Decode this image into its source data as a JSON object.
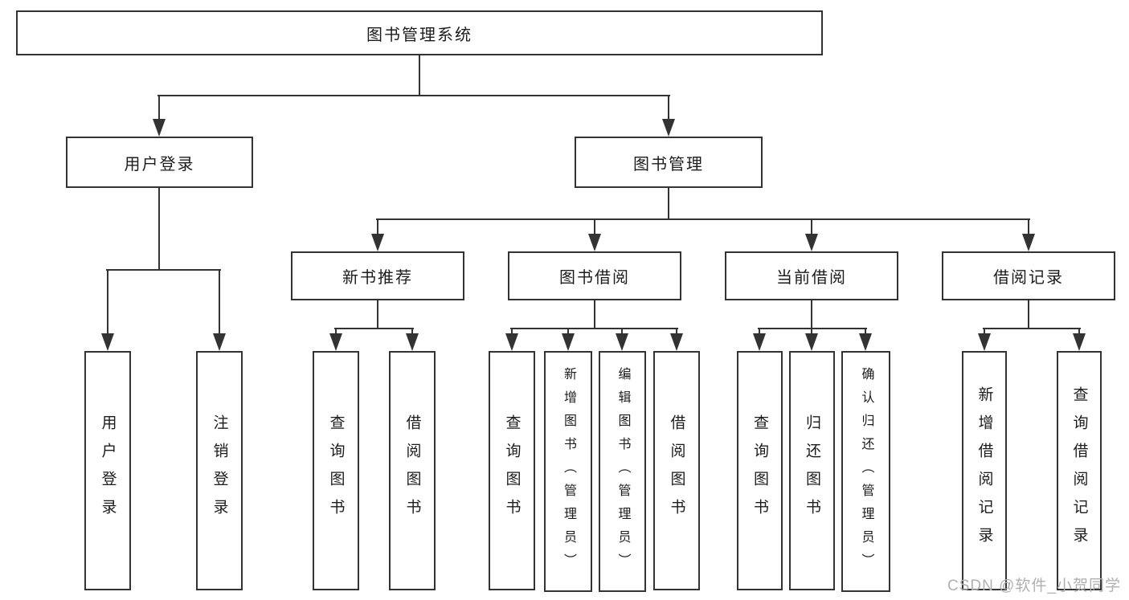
{
  "colors": {
    "line": "#333333",
    "box_border": "#333333",
    "text": "#1c1c1c",
    "watermark": "#b0b0b0",
    "background": "#ffffff"
  },
  "tree": {
    "root": {
      "label": "图书管理系统"
    },
    "branches": [
      {
        "label": "用户登录",
        "children": [
          {
            "label": "用户登录"
          },
          {
            "label": "注销登录"
          }
        ]
      },
      {
        "label": "图书管理",
        "children": [
          {
            "label": "新书推荐",
            "children": [
              {
                "label": "查询图书"
              },
              {
                "label": "借阅图书"
              }
            ]
          },
          {
            "label": "图书借阅",
            "children": [
              {
                "label": "查询图书"
              },
              {
                "label": "新增图书（管理员）"
              },
              {
                "label": "编辑图书（管理员）"
              },
              {
                "label": "借阅图书"
              }
            ]
          },
          {
            "label": "当前借阅",
            "children": [
              {
                "label": "查询图书"
              },
              {
                "label": "归还图书"
              },
              {
                "label": "确认归还（管理员）"
              }
            ]
          },
          {
            "label": "借阅记录",
            "children": [
              {
                "label": "新增借阅记录"
              },
              {
                "label": "查询借阅记录"
              }
            ]
          }
        ]
      }
    ]
  },
  "watermark": {
    "text": "CSDN @软件_小贺同学"
  }
}
